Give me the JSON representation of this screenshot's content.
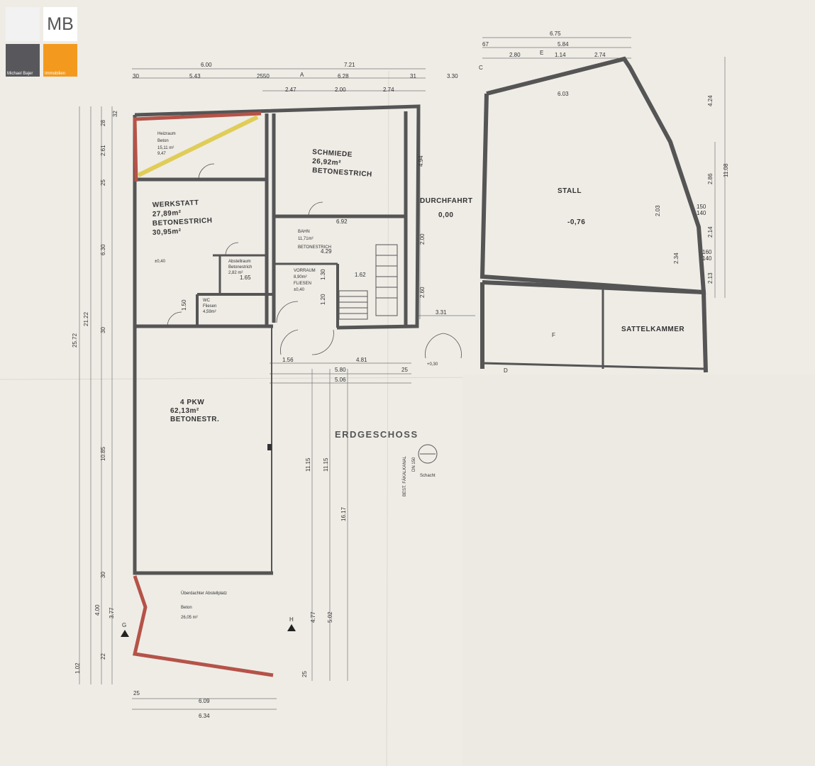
{
  "logo": {
    "initials": "MB",
    "caption_left": "Michael Bajer",
    "caption_right": "Immobilien",
    "colors": {
      "light": "#f2f2f3",
      "dark": "#58585c",
      "orange": "#f39a1e"
    }
  },
  "plan": {
    "title": "ERDGESCHOSS",
    "rooms": {
      "heizraum": {
        "name": "Heizraum",
        "floor": "Beton",
        "area": "15,11 m²",
        "note": "9,47"
      },
      "schmiede": {
        "name": "SCHMIEDE",
        "area": "26,92m²",
        "floor": "BETONESTRICH"
      },
      "werkstatt": {
        "name": "WERKSTATT",
        "area1": "27,89m²",
        "floor": "BETONESTRICH",
        "area2": "30,95m²"
      },
      "bahn": {
        "name": "BAHN",
        "area": "11,71m²",
        "floor": "BETONESTRICH"
      },
      "abstellraum": {
        "name": "Abstellraum",
        "floor": "Betonestrich",
        "area": "2,82 m²"
      },
      "vorraum": {
        "name": "VORRAUM",
        "area": "8,90m²",
        "floor": "FLIESEN",
        "level": "±0,40"
      },
      "wc": {
        "name": "WC",
        "floor": "Fliesen",
        "area": "4,59m²"
      },
      "durchfahrt": {
        "name": "DURCHFAHRT",
        "level": "0,00"
      },
      "stall": {
        "name": "STALL",
        "level": "-0,76"
      },
      "sattelkammer": {
        "name": "SATTELKAMMER"
      },
      "garage": {
        "name": "4 PKW",
        "area": "62,13m²",
        "floor": "BETONESTR."
      },
      "stellplatz": {
        "name": "Überdachter Abstellplatz",
        "floor": "Beton",
        "area": "26,05 m²"
      }
    },
    "levels": {
      "werkstatt": "±0,40",
      "ausgang": "+0,30"
    },
    "labels": {
      "a": "A",
      "c": "C",
      "e": "E",
      "f": "F",
      "d": "D",
      "g": "G",
      "h": "H"
    },
    "annotation": {
      "kanal": "BEST. FÄKALKANAL",
      "dn": "DN 150",
      "schacht": "Schacht"
    },
    "dims_top": [
      "6.00",
      "7.21",
      "6.75",
      "30",
      "5.43",
      "2550",
      "6.28",
      "31",
      "3.30",
      "67",
      "2.80",
      "5.84",
      "1.14",
      "2.74",
      "2.47",
      "2.00",
      "2.74",
      "6.03"
    ],
    "dims_left": [
      "25.72",
      "21.22",
      "32",
      "28",
      "2.61",
      "25",
      "6.30",
      "30",
      "10.85",
      "30",
      "4.00",
      "3.77",
      "22",
      "1.02"
    ],
    "dims_inner": [
      "4.94",
      "2.00",
      "2.60",
      "3.31",
      "1.62",
      "1.30",
      "1.20",
      "1.65",
      "1.50",
      "4.29",
      "6.92",
      "4.81",
      "5.80",
      "5.06",
      "1.56",
      "25",
      "11.15",
      "11.15",
      "16.17",
      "4.77",
      "5.02",
      "25"
    ],
    "dims_right": [
      "4.24",
      "11.08",
      "2.86",
      "2.14",
      "2.13",
      "2.34",
      "2.03",
      "140",
      "150",
      "140",
      "160"
    ],
    "dims_bottom": [
      "25",
      "6.09",
      "6.34"
    ]
  }
}
